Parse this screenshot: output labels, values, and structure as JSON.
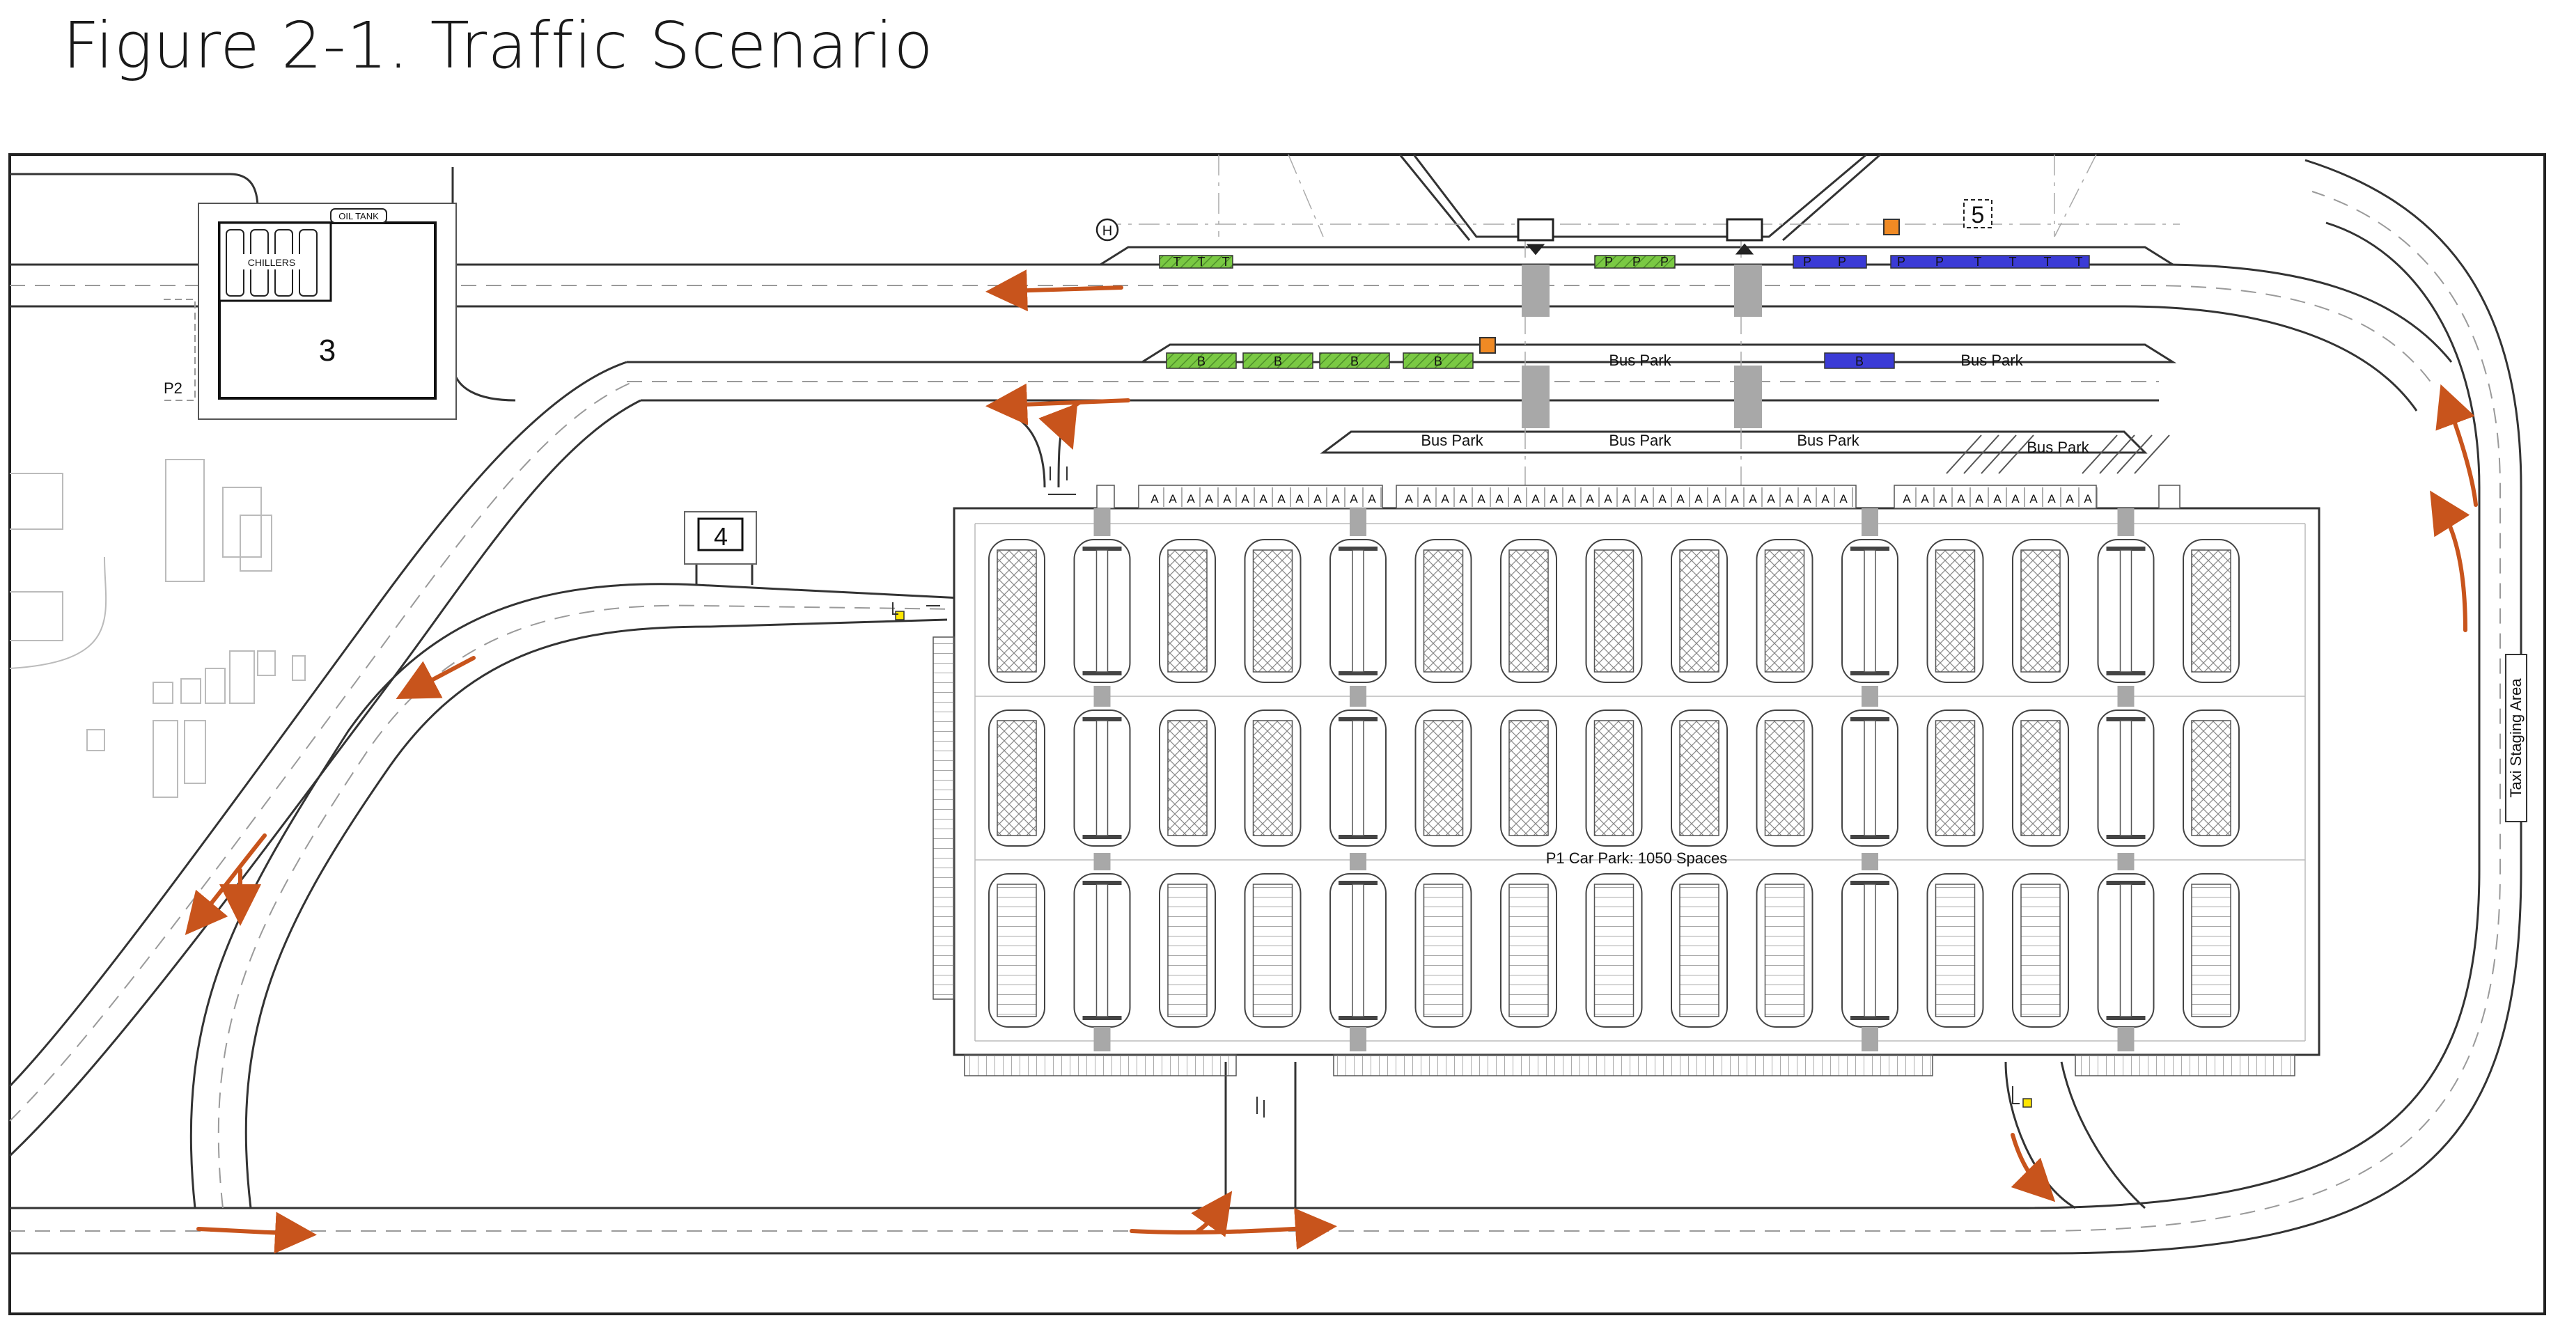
{
  "figure_title": "Figure 2-1. Traffic Scenario",
  "map": {
    "building3_label": "3",
    "chillers_label": "CHILLERS",
    "oil_tank_label": "OIL TANK",
    "p2_label": "P2",
    "building4_label": "4",
    "building5_label": "5",
    "helipad_label": "H",
    "car_park_label": "P1 Car Park: 1050 Spaces",
    "taxi_staging_label": "Taxi Staging Area",
    "bus_park_labels": [
      "Bus Park",
      "Bus Park",
      "Bus Park",
      "Bus Park",
      "Bus Park",
      "Bus Park"
    ],
    "bay_letters": {
      "taxi": "T",
      "private": "P",
      "bus": "B",
      "disabled": "A"
    },
    "colors": {
      "line": "#333333",
      "dashed": "#9a9a9a",
      "green_bay": "#7ac943",
      "blue_bay": "#3b3bd6",
      "orange_marker": "#f08a24",
      "yellow_marker": "#ffe600",
      "traffic_arrow": "#c8541c",
      "crossing_gray": "#a8a8a8"
    }
  }
}
